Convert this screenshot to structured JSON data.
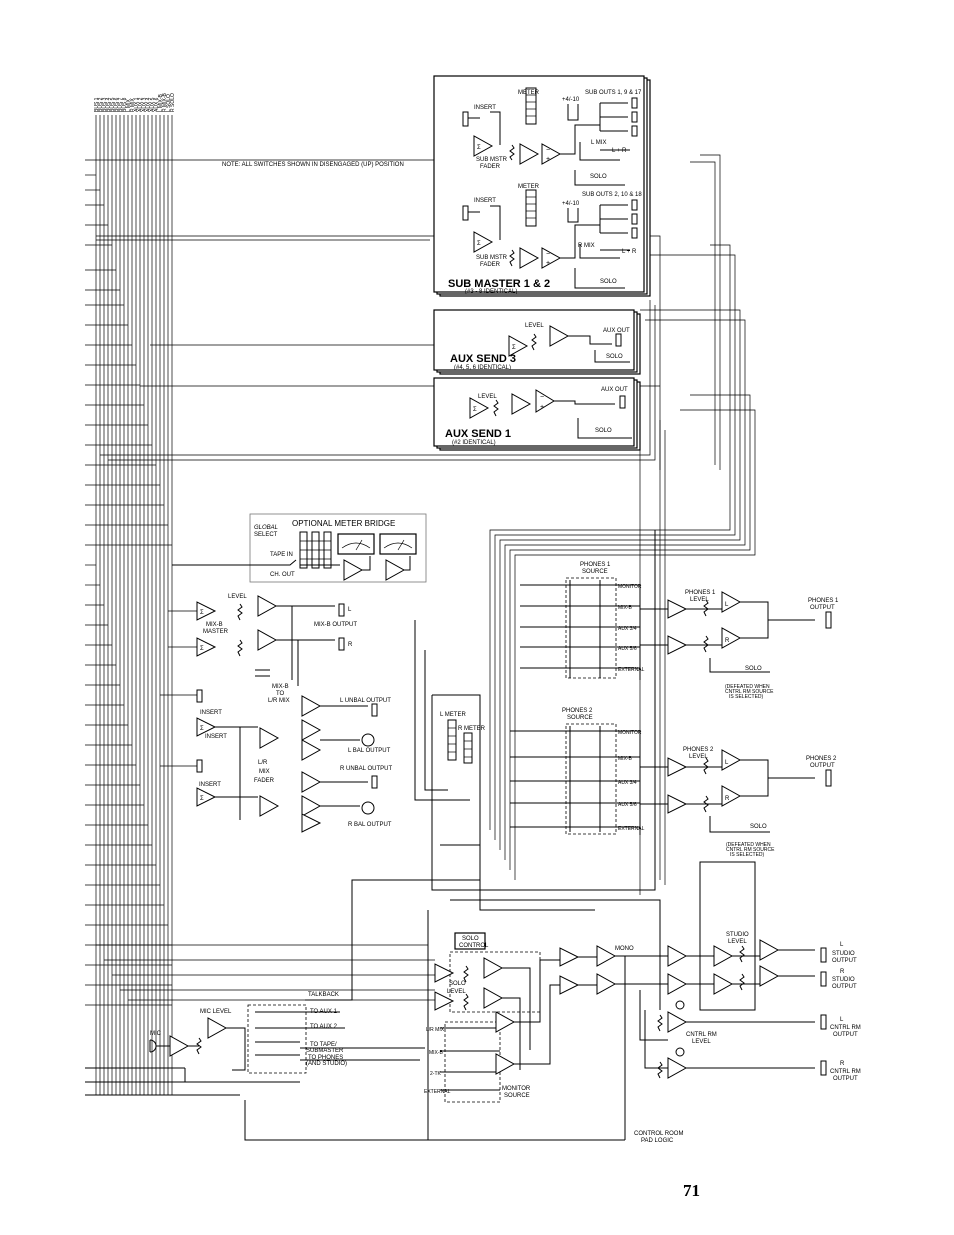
{
  "note": "NOTE: ALL SWITCHES SHOWN IN DISENGAGED (UP) POSITION",
  "bus_labels": [
    "BUS 1",
    "BUS 2",
    "BUS 3",
    "BUS 4",
    "BUS 5",
    "BUS 6",
    "BUS 7",
    "BUS 8",
    "L MIX",
    "R MIX",
    "AUX 1",
    "AUX 2",
    "AUX 3",
    "AUX 4",
    "AUX 5",
    "AUX 6",
    "L MIX-B",
    "R MIX-B",
    "L SOLO",
    "R SOLO"
  ],
  "sub_master": {
    "title": "SUB MASTER 1 & 2",
    "subtitle": "(#3 - 8 IDENTICAL)",
    "meter": "METER",
    "insert": "INSERT",
    "fader_a": "SUB MSTR",
    "fader_b": "FADER",
    "gain": "+4/-10",
    "sub_outs_top": "SUB OUTS 1, 9 & 17",
    "sub_outs_bottom": "SUB OUTS 2, 10 & 18",
    "l_mix": "L MIX",
    "r_mix": "R MIX",
    "l_r": "L + R",
    "solo": "SOLO"
  },
  "aux_send_3": {
    "title": "AUX SEND 3",
    "subtitle": "(#4, 5, 6 IDENTICAL)",
    "level": "LEVEL",
    "aux_out": "AUX OUT",
    "solo": "SOLO"
  },
  "aux_send_1": {
    "title": "AUX SEND 1",
    "subtitle": "(#2 IDENTICAL)",
    "level": "LEVEL",
    "aux_out": "AUX OUT",
    "solo": "SOLO"
  },
  "meter_bridge": {
    "title": "OPTIONAL METER BRIDGE",
    "global_a": "GLOBAL",
    "global_b": "SELECT",
    "tape_in": "TAPE IN",
    "ch_out": "CH. OUT"
  },
  "mix_b": {
    "level": "LEVEL",
    "master_a": "MIX-B",
    "master_b": "MASTER",
    "output": "MIX-B OUTPUT",
    "l": "L",
    "r": "R",
    "to_a": "MIX-B",
    "to_b": "TO",
    "to_c": "L/R MIX"
  },
  "lr_mix": {
    "insert": "INSERT",
    "fader_a": "L/R",
    "fader_b": "MIX",
    "fader_c": "FADER",
    "l_unbal": "L UNBAL OUTPUT",
    "l_bal": "L BAL OUTPUT",
    "r_unbal": "R UNBAL OUTPUT",
    "r_bal": "R BAL OUTPUT"
  },
  "meters": {
    "l": "L METER",
    "r": "R METER"
  },
  "phones_1": {
    "source_a": "PHONES 1",
    "source_b": "SOURCE",
    "options": [
      "MONITOR",
      "MIX-B",
      "AUX 3/4",
      "AUX 5/6",
      "EXTERNAL"
    ],
    "level_a": "PHONES 1",
    "level_b": "LEVEL",
    "output_a": "PHONES 1",
    "output_b": "OUTPUT",
    "solo": "SOLO",
    "defeat": [
      "(DEFEATED WHEN",
      "CNTRL RM SOURCE",
      "IS SELECTED)"
    ]
  },
  "phones_2": {
    "source_a": "PHONES 2",
    "source_b": "SOURCE",
    "options": [
      "MONITOR",
      "MIX-B",
      "AUX 3/4",
      "AUX 5/6",
      "EXTERNAL"
    ],
    "level_a": "PHONES 2",
    "level_b": "LEVEL",
    "output_a": "PHONES 2",
    "output_b": "OUTPUT",
    "solo": "SOLO",
    "defeat": [
      "(DEFEATED WHEN",
      "CNTRL RM SOURCE",
      "IS SELECTED)"
    ]
  },
  "talkback": {
    "mic": "MIC",
    "mic_level": "MIC LEVEL",
    "talkback": "TALKBACK",
    "to_aux1": "TO AUX 1",
    "to_aux2": "TO AUX 2",
    "to_tape_a": "TO TAPE/",
    "to_tape_b": "SUBMASTER",
    "to_phones_a": "TO PHONES",
    "to_phones_b": "(AND STUDIO)"
  },
  "solo": {
    "control_a": "SOLO",
    "control_b": "CONTROL",
    "level_a": "SOLO",
    "level_b": "LEVEL"
  },
  "monitor": {
    "options": [
      "L/R MIX",
      "MIX-B",
      "2-TK",
      "EXTERNAL"
    ],
    "source_a": "MONITOR",
    "source_b": "SOURCE",
    "mono": "MONO"
  },
  "studio": {
    "level_a": "STUDIO",
    "level_b": "LEVEL",
    "l_a": "L",
    "l_b": "STUDIO",
    "l_c": "OUTPUT",
    "r_a": "R",
    "r_b": "STUDIO",
    "r_c": "OUTPUT"
  },
  "control_room": {
    "level_a": "CNTRL RM",
    "level_b": "LEVEL",
    "l_a": "L",
    "l_b": "CNTRL RM",
    "l_c": "OUTPUT",
    "r_a": "R",
    "r_b": "CNTRL RM",
    "r_c": "OUTPUT",
    "pad_a": "CONTROL ROOM",
    "pad_b": "PAD LOGIC"
  },
  "page_number": "71"
}
